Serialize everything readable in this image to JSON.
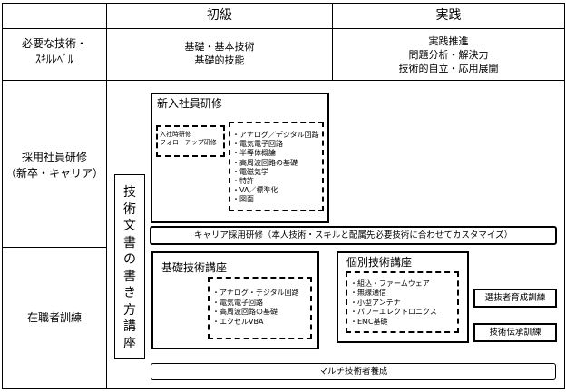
{
  "header": {
    "col_basic": "初級",
    "col_practice": "実践"
  },
  "skills": {
    "row_label_line1": "必要な技術・",
    "row_label_line2": "ｽｷﾙﾚﾍﾞﾙ",
    "basic_line1": "基礎・基本技術",
    "basic_line2": "基礎的技能",
    "practice_line1": "実践推進",
    "practice_line2": "問題分析・解決力",
    "practice_line3": "技術的自立・応用展開"
  },
  "rows": {
    "recruit_line1": "採用社員研修",
    "recruit_line2": "（新卒・キャリア）",
    "onjob": "在職者訓練"
  },
  "vertical_course": [
    "技",
    "術",
    "文",
    "書",
    "の",
    "書",
    "き",
    "方",
    "講",
    "座"
  ],
  "new_employee": {
    "title": "新入社員研修",
    "followup_line1": "入社時研修",
    "followup_line2": "フォローアップ研修",
    "topics": [
      "・アナログ／デジタル回路",
      "・電気電子回路",
      "・半導体概論",
      "・高周波回路の基礎",
      "・電磁気学",
      "・特許",
      "・VA／標準化",
      "・図面"
    ]
  },
  "career": {
    "label": "キャリア採用研修（本人技術・スキルと配属先必要技術に合わせてカスタマイズ）"
  },
  "basic_course": {
    "title": "基礎技術講座",
    "topics": [
      "・アナログ・デジタル回路",
      "・電気電子回路",
      "・高周波回路の基礎",
      "・エクセルVBA"
    ]
  },
  "individual_course": {
    "title": "個別技術講座",
    "topics": [
      "・組込・ファームウェア",
      "・無線通信",
      "・小型アンテナ",
      "・パワーエレクトロニクス",
      "・EMC基礎"
    ]
  },
  "selector_training": "選抜者育成訓練",
  "tech_transfer": "技術伝承訓練",
  "multi_engineer": "マルチ技術者養成"
}
